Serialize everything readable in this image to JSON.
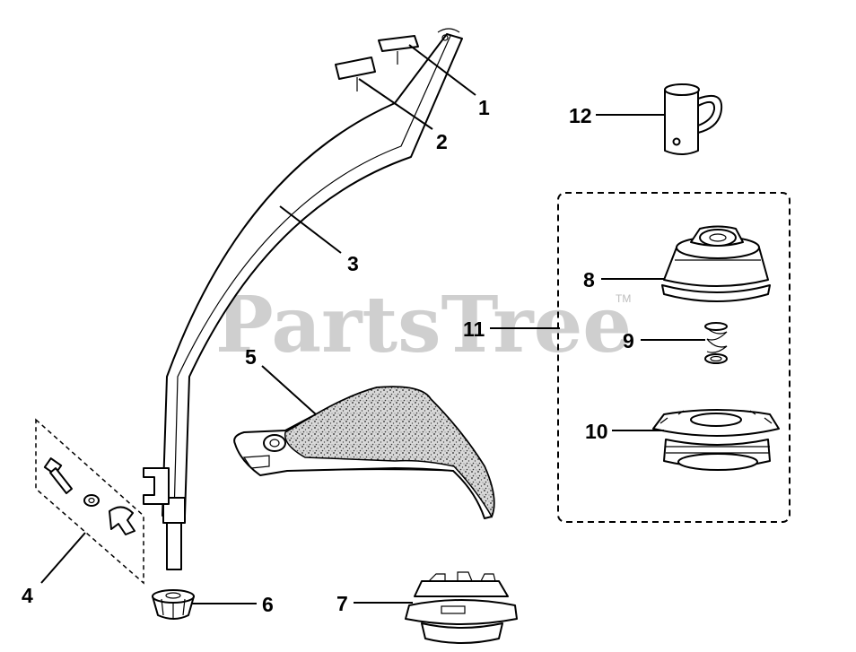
{
  "watermark": {
    "text": "PartsTree",
    "trademark": "TM"
  },
  "callouts": [
    {
      "id": "1",
      "label": "1"
    },
    {
      "id": "2",
      "label": "2"
    },
    {
      "id": "3",
      "label": "3"
    },
    {
      "id": "4",
      "label": "4"
    },
    {
      "id": "5",
      "label": "5"
    },
    {
      "id": "6",
      "label": "6"
    },
    {
      "id": "7",
      "label": "7"
    },
    {
      "id": "8",
      "label": "8"
    },
    {
      "id": "9",
      "label": "9"
    },
    {
      "id": "10",
      "label": "10"
    },
    {
      "id": "11",
      "label": "11"
    },
    {
      "id": "12",
      "label": "12"
    }
  ],
  "colors": {
    "line": "#000000",
    "watermark": "#cfcfcf",
    "background": "#ffffff"
  }
}
